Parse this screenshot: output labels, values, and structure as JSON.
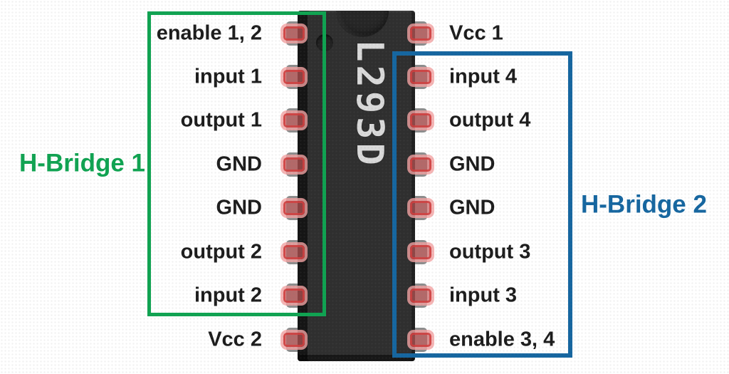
{
  "diagram": {
    "chip_label": "L293D",
    "pins": {
      "left": [
        "enable 1, 2",
        "input 1",
        "output 1",
        "GND",
        "GND",
        "output 2",
        "input 2",
        "Vcc 2"
      ],
      "right": [
        "Vcc 1",
        "input 4",
        "output 4",
        "GND",
        "GND",
        "output 3",
        "input 3",
        "enable 3, 4"
      ]
    },
    "groups": [
      {
        "label": "H-Bridge 1",
        "color": "#0fa351"
      },
      {
        "label": "H-Bridge 2",
        "color": "#1566a0"
      }
    ],
    "colors": {
      "hbridge1_green": "#0fa351",
      "hbridge2_blue": "#1566a0",
      "pin_highlight_red": "#d13e3e",
      "pin_highlight_glow": "#f2a2a2",
      "chip_body": "#2f2f2f",
      "pin_leg_gray": "#8d8d8d",
      "chip_text_gray": "#d9d9d9",
      "label_text": "#1c1c1c",
      "background": "#ffffff"
    }
  }
}
